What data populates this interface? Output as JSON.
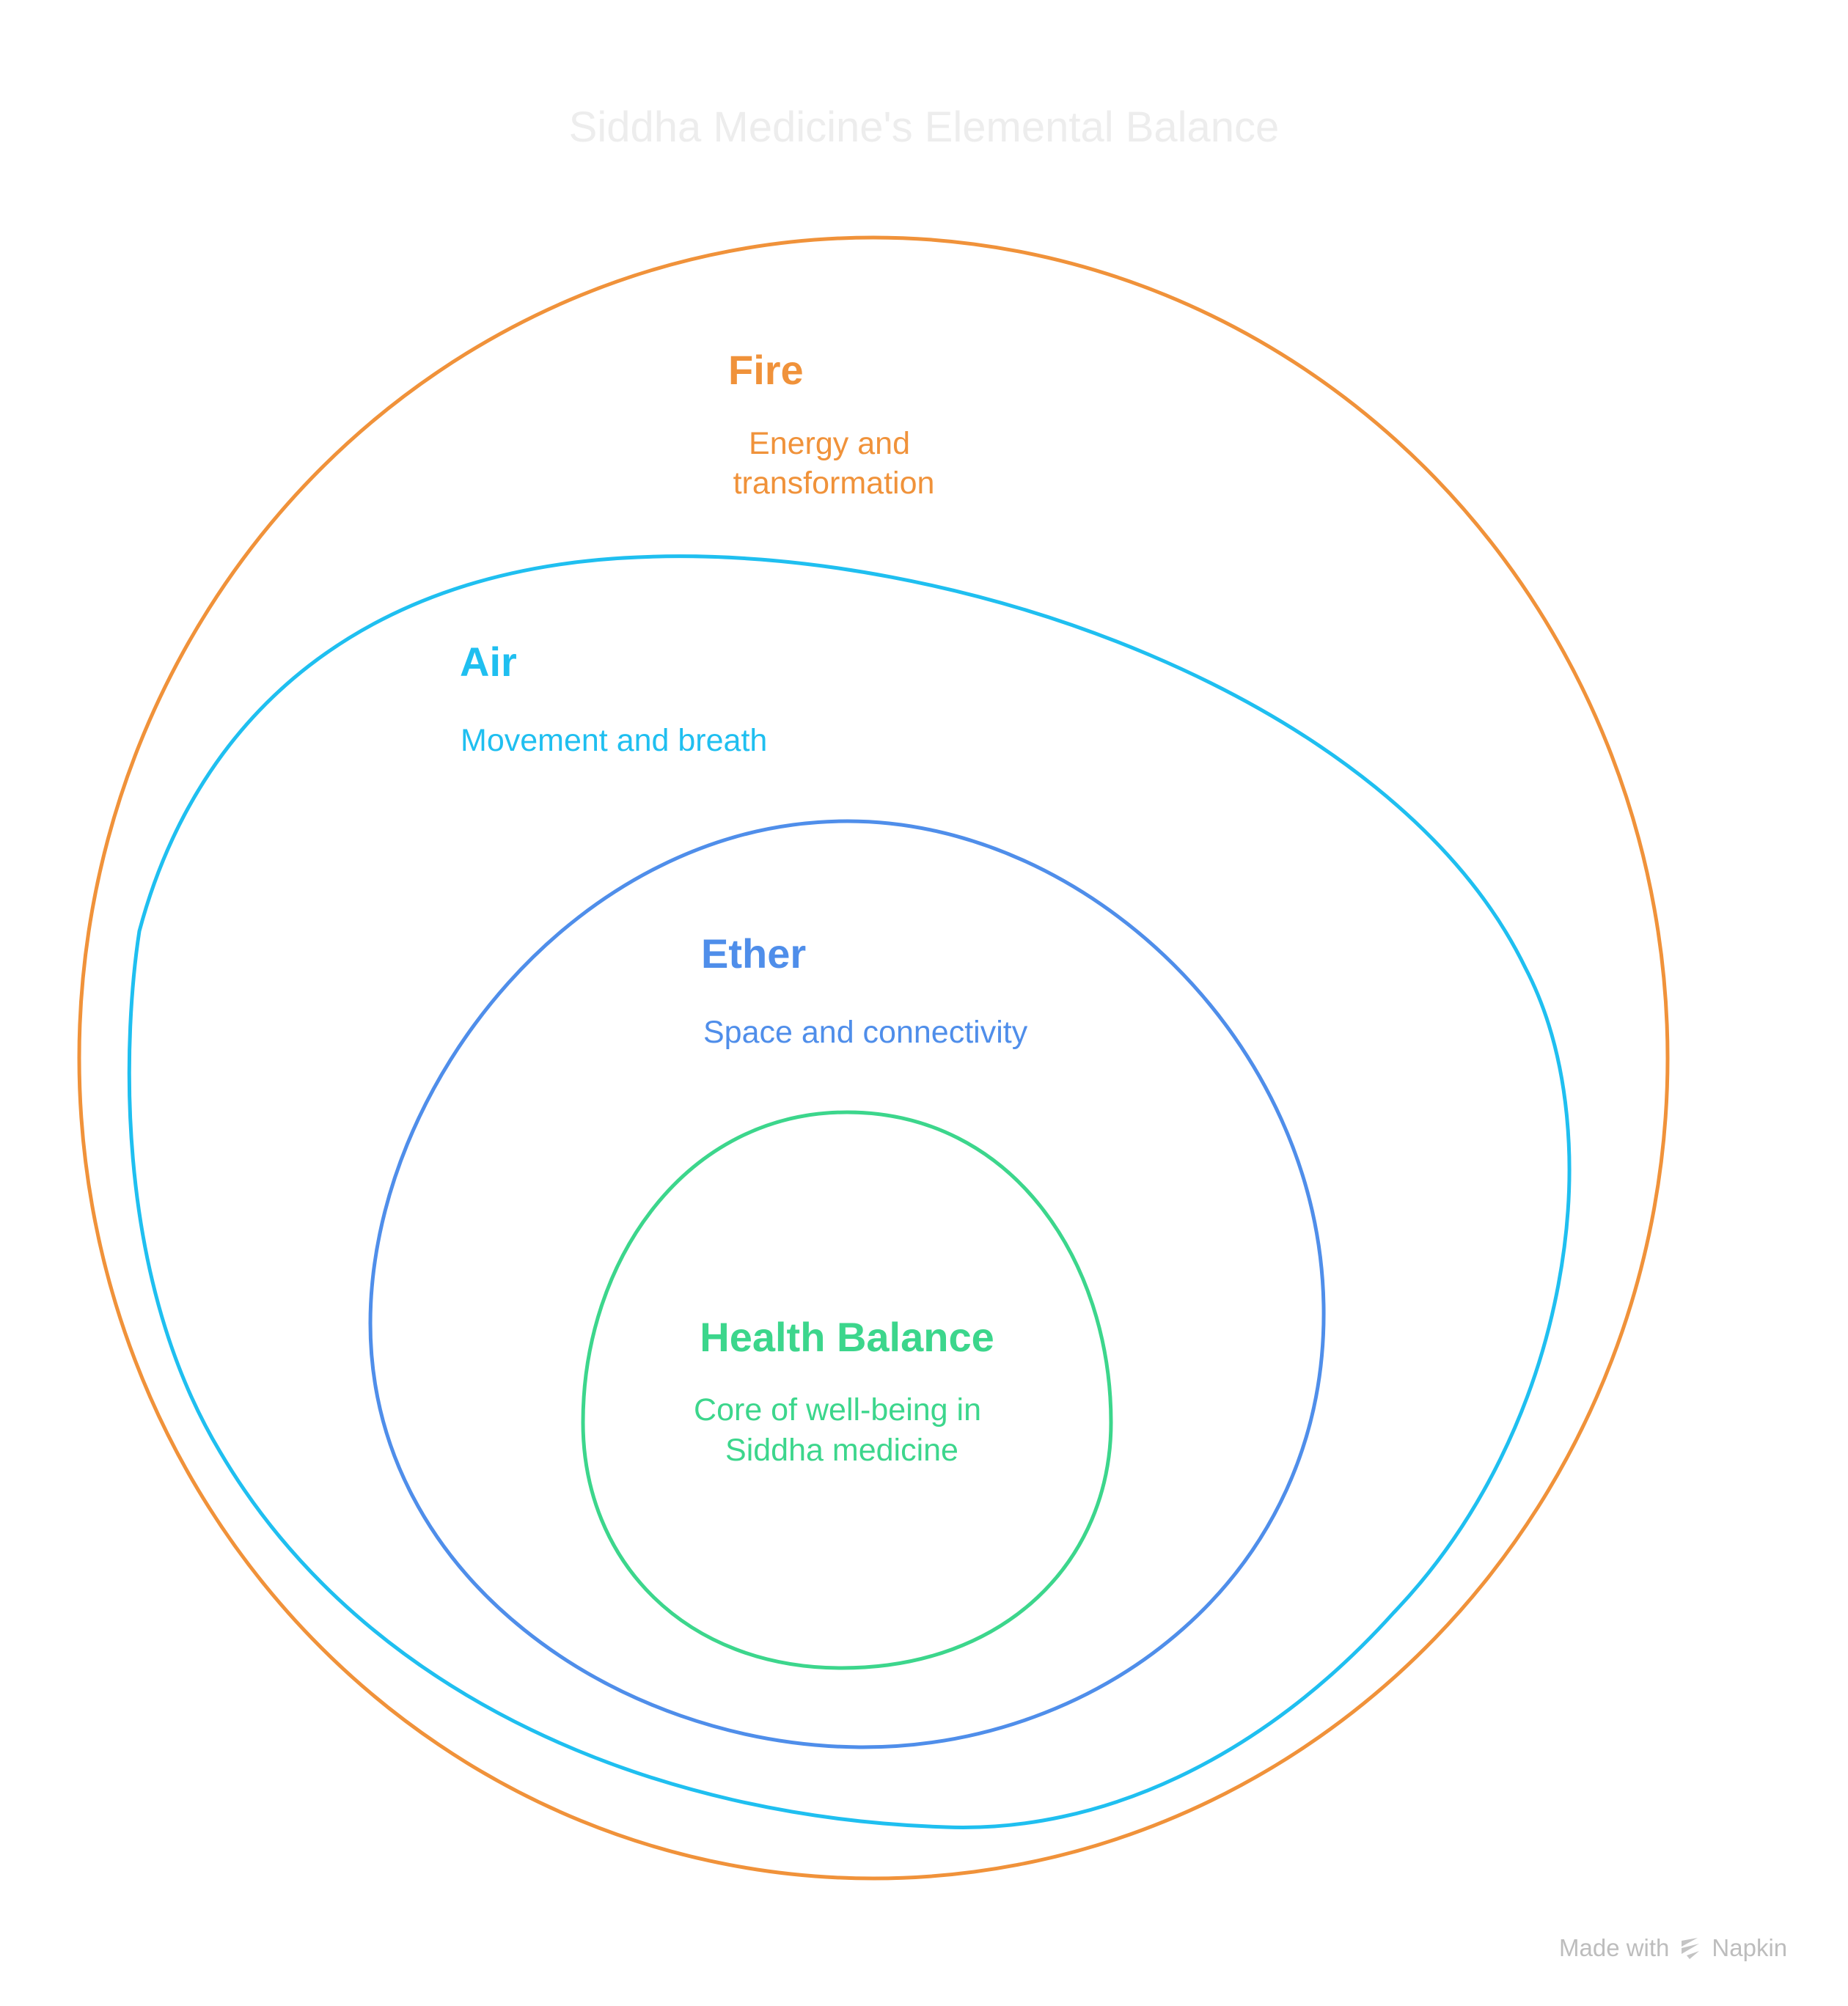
{
  "title": "Siddha Medicine's Elemental Balance",
  "layers": [
    {
      "title": "Fire",
      "description_lines": [
        "Energy and",
        "transformation"
      ],
      "color": "#F0923A"
    },
    {
      "title": "Air",
      "description_lines": [
        "Movement and breath"
      ],
      "color": "#1FBFF0"
    },
    {
      "title": "Ether",
      "description_lines": [
        "Space and connectivity"
      ],
      "color": "#4F8EEA"
    },
    {
      "title": "Health Balance",
      "description_lines": [
        "Core of well-being in",
        "Siddha medicine"
      ],
      "color": "#3CD68C"
    }
  ],
  "watermark": {
    "made_with": "Made with",
    "brand": "Napkin"
  }
}
